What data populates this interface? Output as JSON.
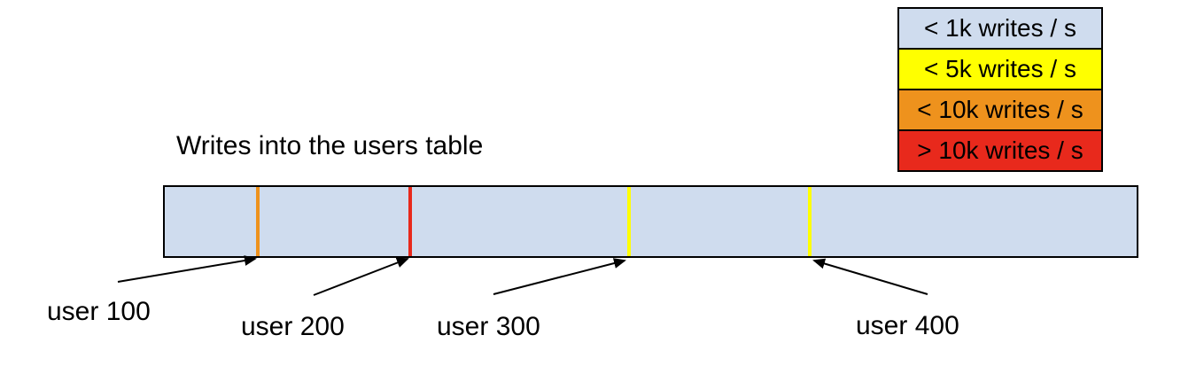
{
  "title": "Writes into the users table",
  "legend": {
    "items": [
      {
        "label": "< 1k writes / s",
        "color": "#cfdcee"
      },
      {
        "label": "< 5k writes / s",
        "color": "#ffff00"
      },
      {
        "label": "< 10k writes / s",
        "color": "#ee921d"
      },
      {
        "label": "> 10k writes / s",
        "color": "#e8291c"
      }
    ]
  },
  "bar": {
    "fill": "#cfdcee",
    "border": "#000000",
    "markers": [
      {
        "user": "user 100",
        "color": "#ee921d"
      },
      {
        "user": "user 200",
        "color": "#e8291c"
      },
      {
        "user": "user 300",
        "color": "#ffff00"
      },
      {
        "user": "user 400",
        "color": "#ffff00"
      }
    ]
  },
  "labels": {
    "user100": "user 100",
    "user200": "user 200",
    "user300": "user 300",
    "user400": "user 400"
  }
}
